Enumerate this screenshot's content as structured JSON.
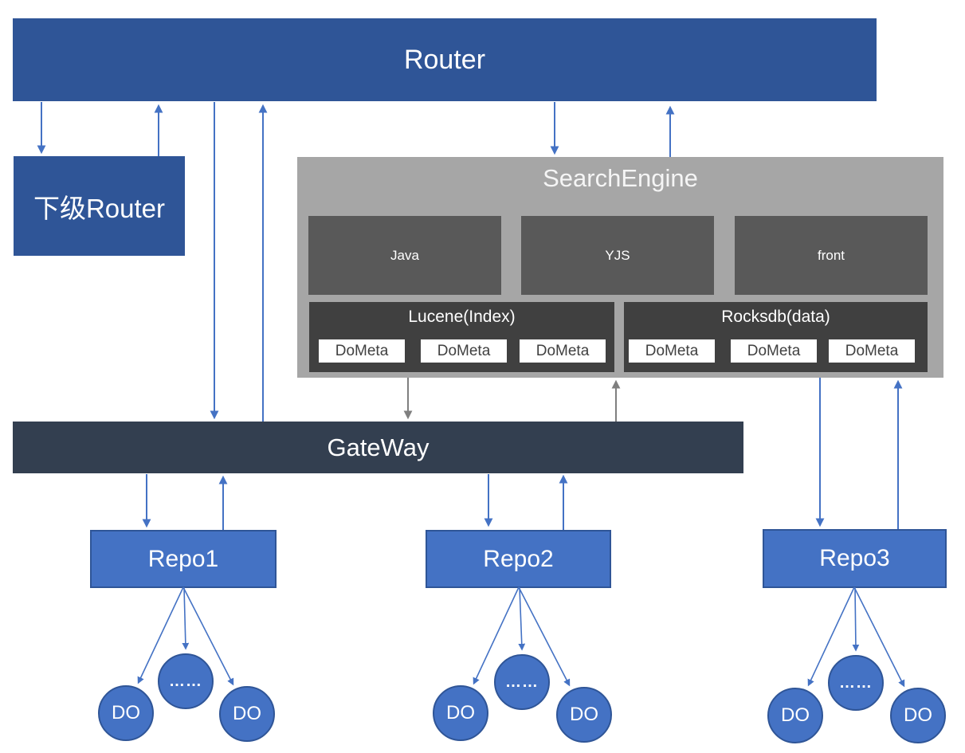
{
  "router": {
    "label": "Router"
  },
  "sub_router": {
    "label": "下级Router"
  },
  "search_engine": {
    "title": "SearchEngine",
    "runtime_boxes": [
      {
        "label": "Java"
      },
      {
        "label": "YJS"
      },
      {
        "label": "front"
      }
    ],
    "lucene": {
      "title": "Lucene(Index)",
      "items": [
        "DoMeta",
        "DoMeta",
        "DoMeta"
      ]
    },
    "rocksdb": {
      "title": "Rocksdb(data)",
      "items": [
        "DoMeta",
        "DoMeta",
        "DoMeta"
      ]
    }
  },
  "gateway": {
    "label": "GateWay"
  },
  "repos": [
    {
      "label": "Repo1",
      "nodes": [
        "DO",
        "……",
        "DO"
      ]
    },
    {
      "label": "Repo2",
      "nodes": [
        "DO",
        "……",
        "DO"
      ]
    },
    {
      "label": "Repo3",
      "nodes": [
        "DO",
        "……",
        "DO"
      ]
    }
  ],
  "colors": {
    "dark_blue": "#2F5597",
    "medium_blue": "#4472C4",
    "container_gray": "#A6A6A6",
    "runtime_gray": "#595959",
    "db_dark_gray": "#404040",
    "gateway_navy": "#333F50",
    "arrow_blue": "#4472C4",
    "arrow_gray": "#7F7F7F",
    "chip_bg": "#FFFFFF",
    "text_white": "#FFFFFF"
  }
}
